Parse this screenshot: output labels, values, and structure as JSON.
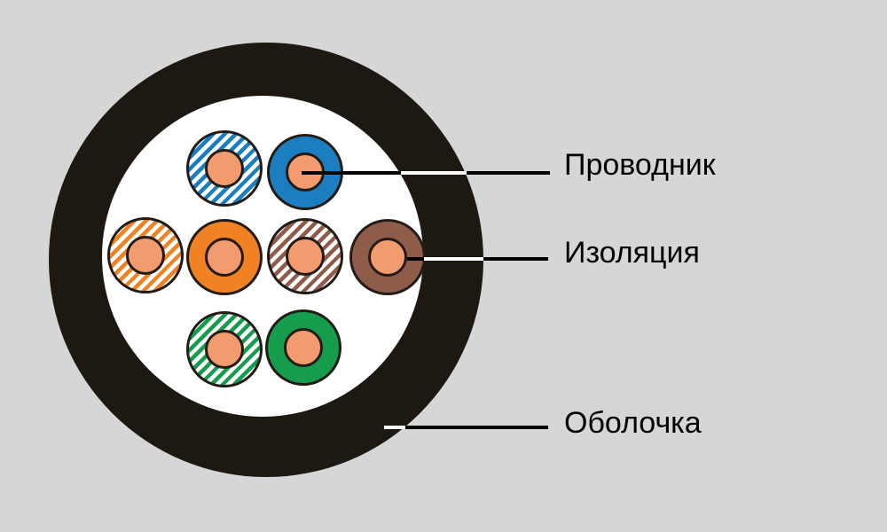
{
  "diagram": {
    "background_color": "#d6d6d6",
    "jacket_color": "#1e1813",
    "core_color": "#ffffff",
    "outline_color": "#231c16",
    "conductor_color": "#f29b6e",
    "stripe_gap_color": "#ffffff",
    "wires": [
      {
        "name": "white-blue",
        "style": "striped",
        "color": "#1b7ec1"
      },
      {
        "name": "blue",
        "style": "solid",
        "color": "#1b7ec1"
      },
      {
        "name": "white-orange",
        "style": "striped",
        "color": "#f08223"
      },
      {
        "name": "orange",
        "style": "solid",
        "color": "#f08223"
      },
      {
        "name": "white-brown",
        "style": "striped",
        "color": "#8f5c4a"
      },
      {
        "name": "brown",
        "style": "solid",
        "color": "#8f5c4a"
      },
      {
        "name": "white-green",
        "style": "striped",
        "color": "#159d4d"
      },
      {
        "name": "green",
        "style": "solid",
        "color": "#159d4d"
      }
    ]
  },
  "callouts": {
    "conductor": {
      "label": "Проводник"
    },
    "insulation": {
      "label": "Изоляция"
    },
    "jacket": {
      "label": "Оболочка"
    }
  }
}
